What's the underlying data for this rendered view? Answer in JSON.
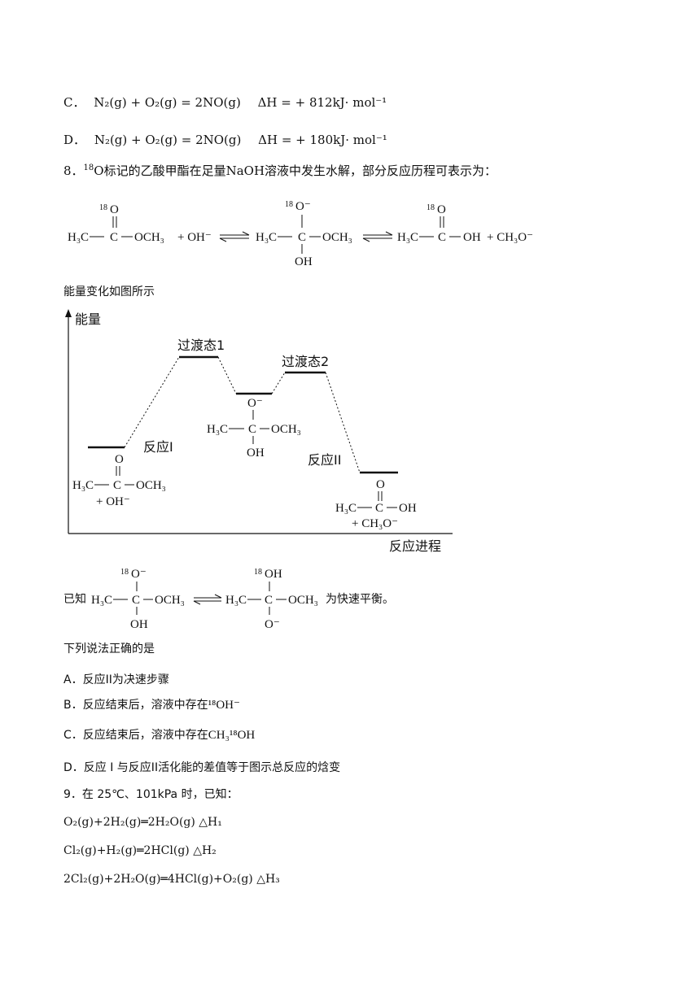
{
  "options": {
    "C": {
      "label": "C．",
      "eq": "N₂(g) + O₂(g) = 2NO(g)",
      "dh": "ΔH = + 812kJ· mol⁻¹"
    },
    "D": {
      "label": "D．",
      "eq": "N₂(g) + O₂(g) = 2NO(g)",
      "dh": "ΔH = + 180kJ· mol⁻¹"
    }
  },
  "q8": {
    "number": "8．",
    "stem_sup": "18",
    "stem": "O标记的乙酸甲酯在足量NaOH溶液中发生水解，部分反应历程可表示为：",
    "mech": {
      "iso": "18",
      "o": "O",
      "o_minus": "O⁻",
      "oh": "OH",
      "h3c": "H₃C",
      "c": "C",
      "och3": "OCH₃",
      "plus_oh": "+ OH⁻",
      "plus_ch3o": "+ CH₃O⁻",
      "ester_tail": "OCH₃",
      "acid_tail": "OH"
    },
    "energy_caption": "能量变化如图所示",
    "diagram": {
      "y_axis": "能量",
      "x_axis": "反应进程",
      "ts1": "过渡态1",
      "ts2": "过渡态2",
      "rxn1": "反应I",
      "rxn2": "反应II",
      "reactant_oh": "+ OH⁻",
      "product_ch3o": "+ CH₃O⁻"
    },
    "known_prefix": "已知",
    "known_suffix": "为快速平衡。",
    "prompt": "下列说法正确的是",
    "choices": [
      {
        "label": "A．",
        "text": "反应II为决速步骤"
      },
      {
        "label": "B．",
        "text": "反应结束后，溶液中存在",
        "chem": "¹⁸OH⁻"
      },
      {
        "label": "C．",
        "text": "反应结束后，溶液中存在",
        "chem": "CH₃¹⁸OH"
      },
      {
        "label": "D．",
        "text": "反应 I 与反应II活化能的差值等于图示总反应的焓变"
      }
    ]
  },
  "q9": {
    "number": "9．",
    "stem": "在 25℃、101kPa 时，已知：",
    "eq1": "O₂(g)+2H₂(g)═2H₂O(g) △H₁",
    "eq2": "Cl₂(g)+H₂(g)═2HCl(g) △H₂",
    "eq3": "2Cl₂(g)+2H₂O(g)═4HCl(g)+O₂(g) △H₃"
  }
}
